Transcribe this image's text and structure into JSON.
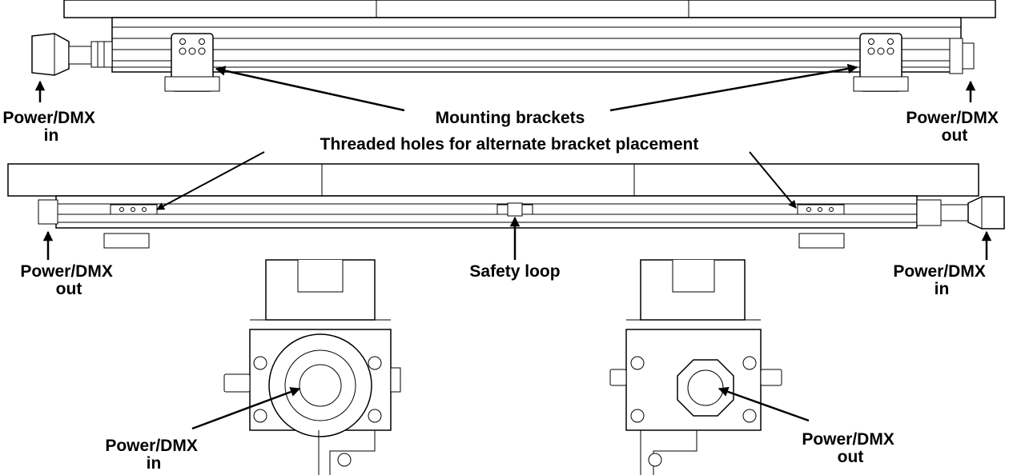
{
  "labels": {
    "mounting_brackets": "Mounting brackets",
    "threaded_holes": "Threaded holes for alternate bracket placement",
    "safety_loop": "Safety loop",
    "top_in": [
      "Power/DMX",
      "in"
    ],
    "top_out": [
      "Power/DMX",
      "out"
    ],
    "mid_out": [
      "Power/DMX",
      "out"
    ],
    "mid_in": [
      "Power/DMX",
      "in"
    ],
    "bottom_in": [
      "Power/DMX",
      "in"
    ],
    "bottom_out": [
      "Power/DMX",
      "out"
    ]
  },
  "colors": {
    "line": "#000000",
    "background": "#ffffff"
  }
}
